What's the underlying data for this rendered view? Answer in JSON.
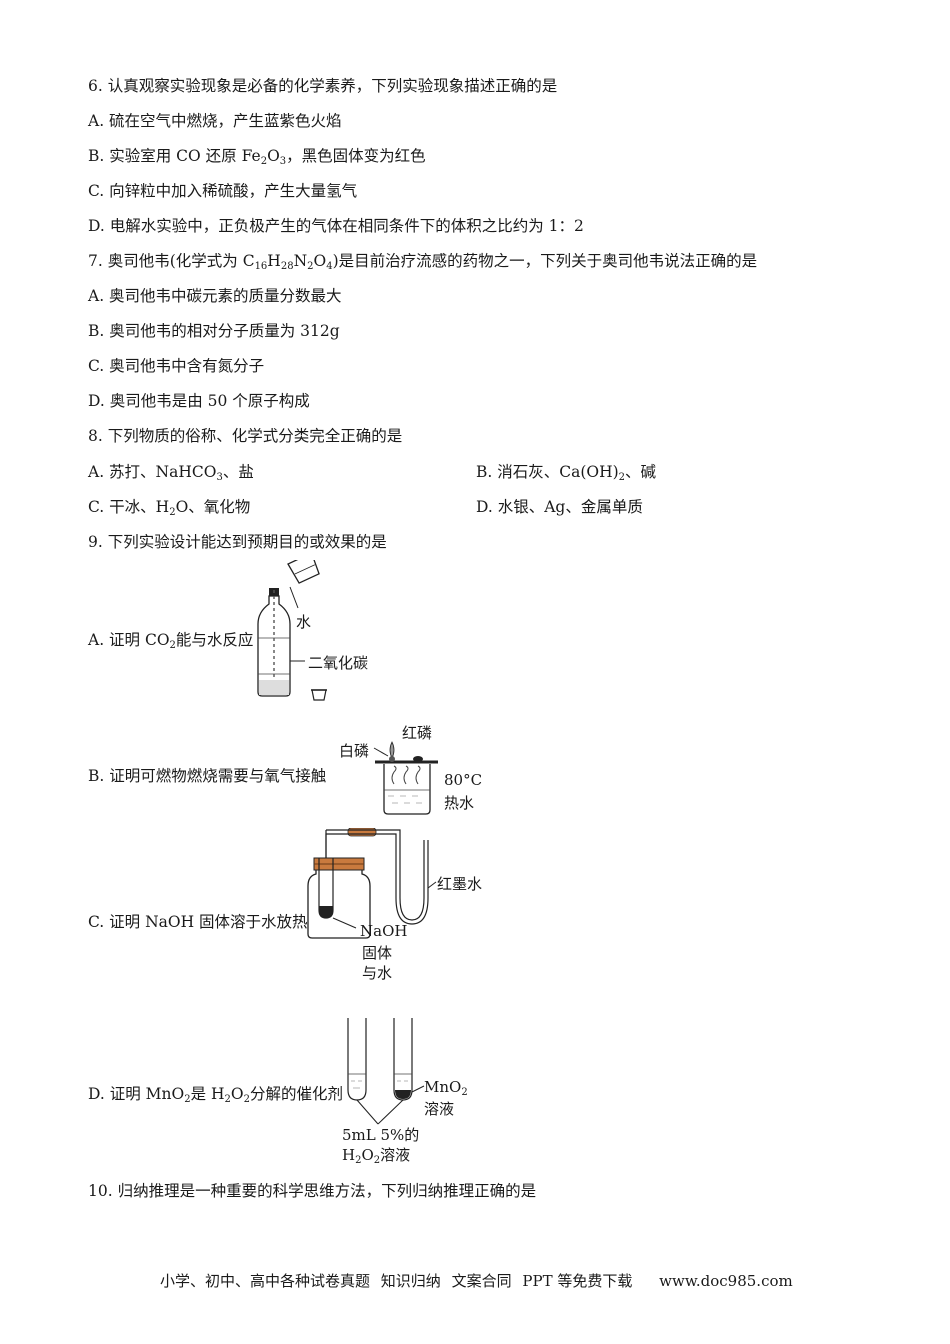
{
  "q6": {
    "stem": "6. 认真观察实验现象是必备的化学素养，下列实验现象描述正确的是",
    "a": "A. 硫在空气中燃烧，产生蓝紫色火焰",
    "b_pre": "B. 实验室用 CO 还原 Fe",
    "b_sub1": "2",
    "b_mid": "O",
    "b_sub2": "3",
    "b_post": "，黑色固体变为红色",
    "c": "C. 向锌粒中加入稀硫酸，产生大量氢气",
    "d": "D. 电解水实验中，正负极产生的气体在相同条件下的体积之比约为 1：2"
  },
  "q7": {
    "stem_pre": "7. 奥司他韦(化学式为 C",
    "s1": "16",
    "m1": "H",
    "s2": "28",
    "m2": "N",
    "s3": "2",
    "m3": "O",
    "s4": "4",
    "stem_post": ")是目前治疗流感的药物之一，下列关于奥司他韦说法正确的是",
    "a": "A. 奥司他韦中碳元素的质量分数最大",
    "b": "B. 奥司他韦的相对分子质量为 312g",
    "c": "C. 奥司他韦中含有氮分子",
    "d": "D. 奥司他韦是由 50 个原子构成"
  },
  "q8": {
    "stem": "8. 下列物质的俗称、化学式分类完全正确的是",
    "a_pre": "A. 苏打、NaHCO",
    "a_sub": "3",
    "a_post": "、盐",
    "b_pre": "B. 消石灰、Ca(OH)",
    "b_sub": "2",
    "b_post": "、碱",
    "c_pre": "C. 干冰、H",
    "c_sub": "2",
    "c_post": "O、氧化物",
    "d": "D. 水银、Ag、金属单质"
  },
  "q9": {
    "stem": "9. 下列实验设计能达到预期目的或效果的是",
    "a_pre": "A. 证明 CO",
    "a_sub": "2",
    "a_post": "能与水反应",
    "a_label_water": "水",
    "a_label_co2": "二氧化碳",
    "b": "B. 证明可燃物燃烧需要与氧气接触",
    "b_label_white": "白磷",
    "b_label_red": "红磷",
    "b_label_temp": "80°C",
    "b_label_hot": "热水",
    "c": "C. 证明 NaOH 固体溶于水放热",
    "c_label_ink": "红墨水",
    "c_label_naoh1": "NaOH",
    "c_label_naoh2": "固体",
    "c_label_naoh3": "与水",
    "d_pre": "D. 证明 MnO",
    "d_s1": "2",
    "d_mid": "是 H",
    "d_s2": "2",
    "d_m2": "O",
    "d_s3": "2",
    "d_post": "分解的催化剂",
    "d_label_mno2_pre": "MnO",
    "d_label_mno2_sub": "2",
    "d_label_sol": "溶液",
    "d_label_vol": "5mL 5%的",
    "d_label_h2o2_pre": "H",
    "d_label_h2o2_s1": "2",
    "d_label_h2o2_m": "O",
    "d_label_h2o2_s2": "2",
    "d_label_h2o2_post": "溶液"
  },
  "q10": {
    "stem": "10. 归纳推理是一种重要的科学思维方法，下列归纳推理正确的是"
  },
  "footer": {
    "text1": "小学、初中、高中各种试卷真题",
    "text2": "知识归纳",
    "text3": "文案合同",
    "text4": "PPT 等免费下载",
    "url": "www.doc985.com"
  }
}
